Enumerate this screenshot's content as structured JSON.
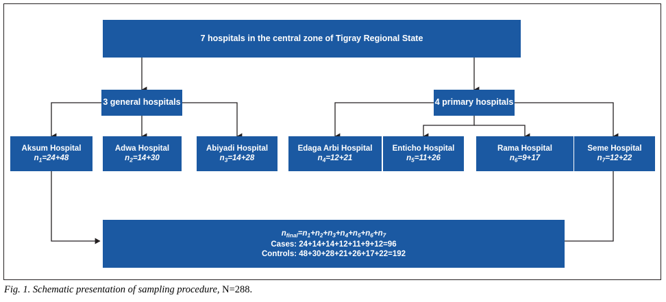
{
  "figure": {
    "caption_italic": "Fig. 1. Schematic presentation of sampling procedure,",
    "caption_upright": "N=288.",
    "box_color": "#1b59a2",
    "text_color": "#ffffff",
    "line_color": "#231f20"
  },
  "root": {
    "label": "7 hospitals in the central zone of Tigray Regional State"
  },
  "groups": [
    {
      "label": "3 general hospitals"
    },
    {
      "label": "4 primary hospitals"
    }
  ],
  "hospitals": [
    {
      "name": "Aksum Hospital",
      "n_label": "n",
      "n_index": "1",
      "n_value": "=24+48"
    },
    {
      "name": "Adwa Hospital",
      "n_label": "n",
      "n_index": "2",
      "n_value": "=14+30"
    },
    {
      "name": "Abiyadi Hospital",
      "n_label": "n",
      "n_index": "3",
      "n_value": "=14+28"
    },
    {
      "name": "Edaga Arbi Hospital",
      "n_label": "n",
      "n_index": "4",
      "n_value": "=12+21"
    },
    {
      "name": "Enticho Hospital",
      "n_label": "n",
      "n_index": "5",
      "n_value": "=11+26"
    },
    {
      "name": "Rama Hospital",
      "n_label": "n",
      "n_index": "6",
      "n_value": "=9+17"
    },
    {
      "name": "Seme Hospital",
      "n_label": "n",
      "n_index": "7",
      "n_value": "=12+22"
    }
  ],
  "summary": {
    "formula_prefix": "n",
    "formula_sub": "final",
    "formula_rest": "=n1+n2+n3+n4+n5+n6+n7",
    "cases_line": "Cases: 24+14+14+12+11+9+12=96",
    "controls_line": "Controls: 48+30+28+21+26+17+22=192"
  }
}
